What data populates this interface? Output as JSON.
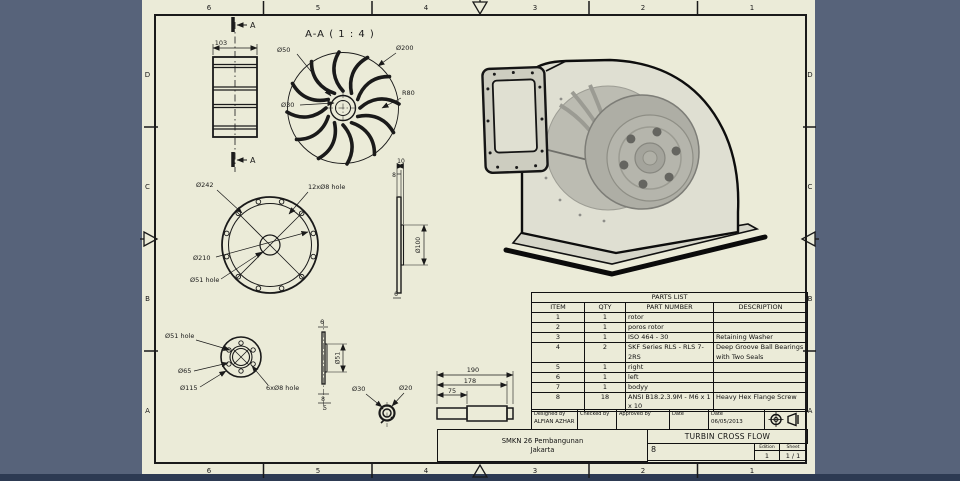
{
  "colors": {
    "desk": "#57637a",
    "paper": "#ebebd8",
    "ink": "#1a1a1a",
    "bottom_bar": "#2d3a52",
    "metal_dark": "#8a8a84",
    "metal_mid": "#a2a29a",
    "housing": "#dcdccf"
  },
  "sheet": {
    "zones_h": [
      "6",
      "5",
      "4",
      "3",
      "2",
      "1"
    ],
    "zones_v": [
      "D",
      "C",
      "B",
      "A"
    ]
  },
  "views": {
    "section_title": "A-A ( 1 : 4 )",
    "rotor_side": {
      "length": "103",
      "section_mark": "A"
    },
    "fan_section": {
      "hub_dia": "Ø50",
      "bore_dia": "Ø30",
      "outer_dia": "Ø200",
      "blade_radius": "R80"
    },
    "big_flange": {
      "outer_dia": "Ø242",
      "bolt_circle_dia": "Ø210",
      "bore": "Ø51 hole",
      "hole_pattern": "12xØ8 hole"
    },
    "big_flange_side": {
      "width_total": "10",
      "width_disc": "8",
      "hub_dia": "Ø100",
      "width_rim": "6"
    },
    "small_flange": {
      "bore": "Ø51 hole",
      "hub_dia": "Ø65",
      "outer_dia": "Ø115",
      "hole_pattern": "6xØ8 hole"
    },
    "small_flange_side": {
      "width_rim": "6",
      "hub_dia": "Ø51",
      "width_disc": "8",
      "width_hub": "5"
    },
    "shaft_end": {
      "outer_dia": "Ø30",
      "inner_dia": "Ø20"
    },
    "shaft_side": {
      "length_total": "190",
      "length_step": "178",
      "length_left": "75"
    }
  },
  "parts_list": {
    "title": "PARTS LIST",
    "headers": [
      "ITEM",
      "QTY",
      "PART NUMBER",
      "DESCRIPTION"
    ],
    "rows": [
      [
        "1",
        "1",
        "rotor",
        ""
      ],
      [
        "2",
        "1",
        "poros rotor",
        ""
      ],
      [
        "3",
        "1",
        "ISO 464 - 30",
        "Retaining Washer"
      ],
      [
        "4",
        "2",
        "SKF Series RLS - RLS 7-2RS",
        "Deep Groove Ball Bearings with Two Seals"
      ],
      [
        "5",
        "1",
        "right",
        ""
      ],
      [
        "6",
        "1",
        "left",
        ""
      ],
      [
        "7",
        "1",
        "bodyy",
        ""
      ],
      [
        "8",
        "18",
        "ANSI B18.2.3.9M - M6 x 1 x 10",
        "Heavy Hex Flange Screw"
      ]
    ]
  },
  "title_block": {
    "designed_label": "Designed by",
    "designed_value": "ALFIAN AZHAR",
    "checked_label": "Checked by",
    "approved_label": "Approved by",
    "date_label": "Date",
    "date2_label": "Date",
    "date_value": "06/05/2013",
    "org_line1": "SMKN 26 Pembangunan",
    "org_line2": "Jakarta",
    "title": "TURBIN CROSS FLOW",
    "drawing_no": "8",
    "edition_label": "Edition",
    "edition_value": "1",
    "sheet_label": "Sheet",
    "sheet_value": "1 / 1"
  }
}
